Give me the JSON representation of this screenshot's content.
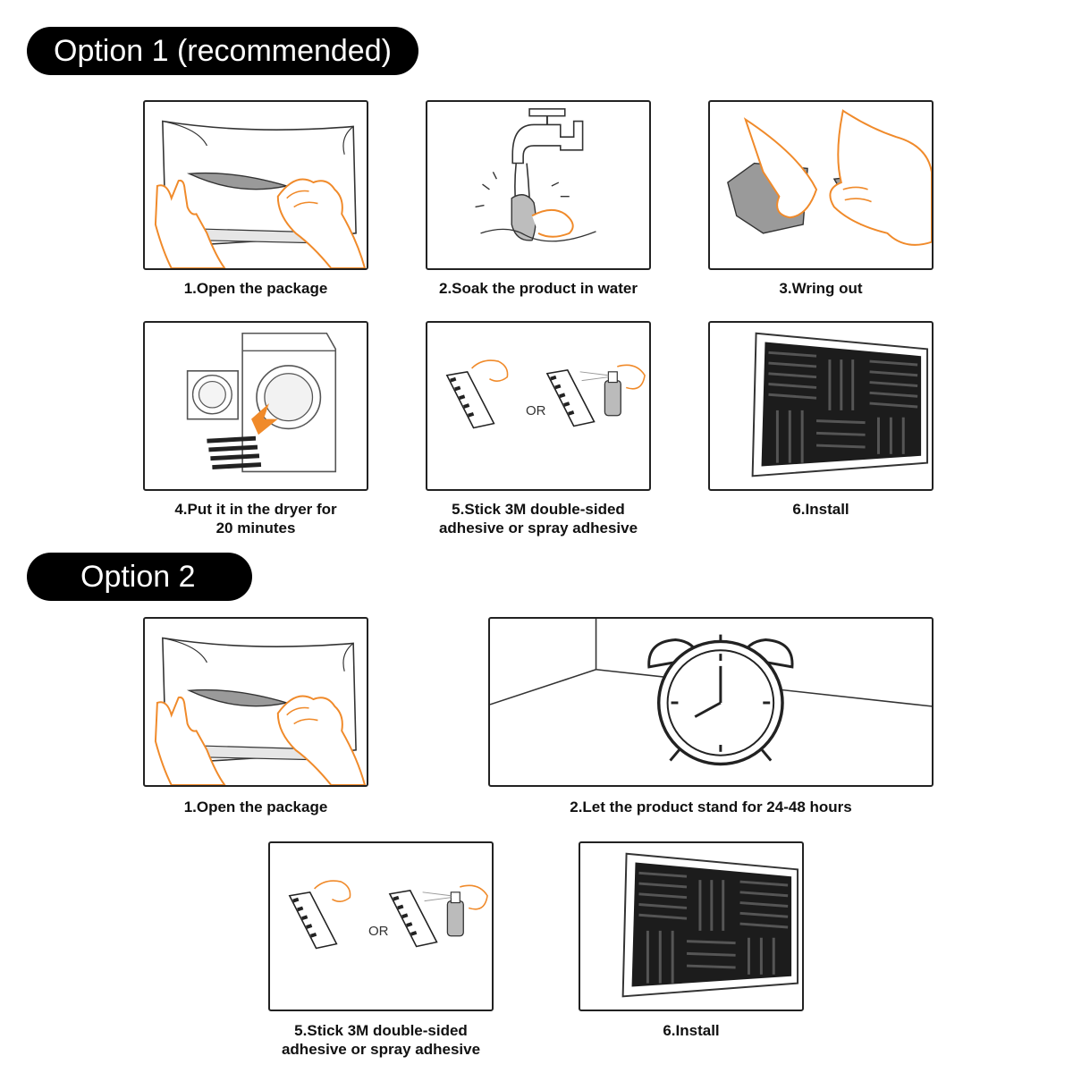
{
  "option1": {
    "title": "Option 1 (recommended)",
    "steps": [
      {
        "caption": "1.Open the package",
        "icon": "open-package-illustration"
      },
      {
        "caption": "2.Soak the product in water",
        "icon": "faucet-soak-illustration"
      },
      {
        "caption": "3.Wring out",
        "icon": "wring-out-illustration"
      },
      {
        "caption": "4.Put it in the dryer for\n20 minutes",
        "icon": "dryer-illustration"
      },
      {
        "caption": "5.Stick 3M double-sided\nadhesive or spray adhesive",
        "icon": "adhesive-illustration",
        "or_label": "OR"
      },
      {
        "caption": "6.Install",
        "icon": "installed-panels-illustration"
      }
    ]
  },
  "option2": {
    "title": "Option 2",
    "steps": [
      {
        "caption": "1.Open the package",
        "icon": "open-package-illustration"
      },
      {
        "caption": "2.Let the product stand for 24-48 hours",
        "icon": "alarm-clock-illustration"
      },
      {
        "caption": "5.Stick 3M double-sided\nadhesive or spray adhesive",
        "icon": "adhesive-illustration",
        "or_label": "OR"
      },
      {
        "caption": "6.Install",
        "icon": "installed-panels-illustration"
      }
    ]
  },
  "colors": {
    "accent": "#f08a2a",
    "pill_bg": "#000000",
    "foam": "#1c1c1c"
  }
}
